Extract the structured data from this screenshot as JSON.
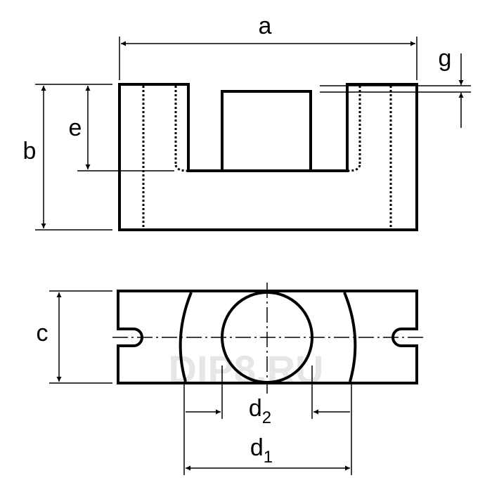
{
  "diagram": {
    "labels": {
      "a": "a",
      "b": "b",
      "c": "c",
      "e": "e",
      "g": "g",
      "d2_main": "d",
      "d2_sub": "2",
      "d1_main": "d",
      "d1_sub": "1"
    },
    "watermark": "DIP8.RU",
    "colors": {
      "ink": "#000000",
      "background": "#ffffff",
      "watermark": "#e6e6e6"
    }
  }
}
